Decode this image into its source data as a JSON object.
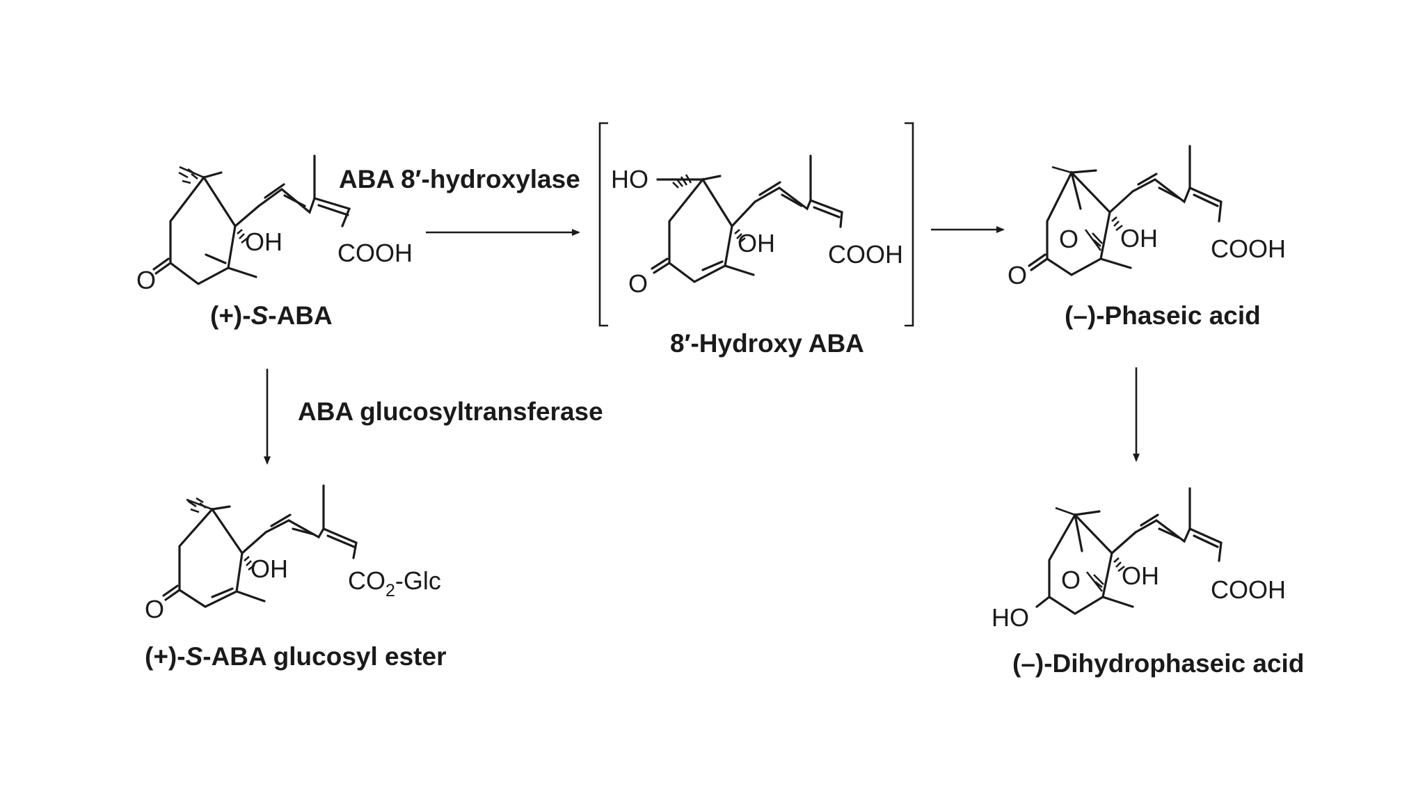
{
  "colors": {
    "ink": "#1a1a1a",
    "background": "#ffffff"
  },
  "compounds": {
    "aba": {
      "name_prefix": "(+)-",
      "name_italic": "S",
      "name_suffix": "-ABA"
    },
    "hydroxy": {
      "name": "8′-Hydroxy ABA"
    },
    "phaseic": {
      "name": "(–)-Phaseic acid"
    },
    "ester": {
      "name_prefix": "(+)-",
      "name_italic": "S",
      "name_suffix": "-ABA glucosyl ester"
    },
    "dihydro": {
      "name": "(–)-Dihydrophaseic acid"
    }
  },
  "enzymes": {
    "hydroxylase": "ABA 8′-hydroxylase",
    "glucosyltransferase": "ABA glucosyltransferase"
  },
  "atoms": {
    "oh": "OH",
    "o": "O",
    "cooh": "COOH",
    "ho": "HO",
    "co": "CO",
    "two": "2",
    "glc": "-Glc"
  }
}
